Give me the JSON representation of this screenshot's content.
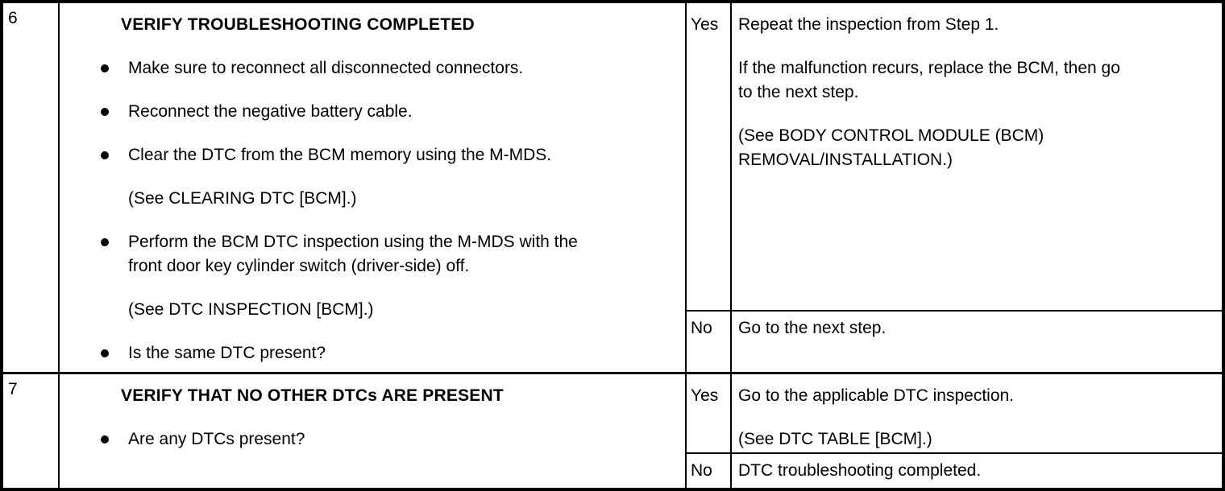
{
  "document": {
    "type": "troubleshooting-table",
    "text_color": "#000000",
    "background_color": "#ffffff",
    "border_color": "#000000"
  },
  "table": {
    "rows": [
      {
        "step": "6",
        "heading": "VERIFY TROUBLESHOOTING COMPLETED",
        "inspection_items": [
          {
            "type": "bullet",
            "text": "Make sure to reconnect all disconnected connectors."
          },
          {
            "type": "bullet",
            "text": "Reconnect the negative battery cable."
          },
          {
            "type": "bullet",
            "text": "Clear the DTC from the BCM memory using the M-MDS."
          },
          {
            "type": "reference",
            "text": "(See CLEARING DTC [BCM].)"
          },
          {
            "type": "bullet",
            "text": "Perform the BCM DTC inspection using the M-MDS with the\nfront door key cylinder switch (driver-side) off."
          },
          {
            "type": "reference",
            "text": "(See DTC INSPECTION [BCM].)"
          },
          {
            "type": "bullet",
            "text": "Is the same DTC present?"
          }
        ],
        "yes": {
          "label": "Yes",
          "paragraphs": [
            "Repeat the inspection from Step 1.",
            "If the malfunction recurs, replace the BCM, then go\nto the next step.",
            "(See BODY CONTROL MODULE (BCM)\nREMOVAL/INSTALLATION.)"
          ]
        },
        "no": {
          "label": "No",
          "paragraphs": [
            "Go to the next step."
          ]
        }
      },
      {
        "step": "7",
        "heading": "VERIFY THAT NO OTHER DTCs ARE PRESENT",
        "inspection_items": [
          {
            "type": "bullet",
            "text": "Are any DTCs present?"
          }
        ],
        "yes": {
          "label": "Yes",
          "paragraphs": [
            "Go to the applicable DTC inspection.",
            "(See DTC TABLE [BCM].)"
          ]
        },
        "no": {
          "label": "No",
          "paragraphs": [
            "DTC troubleshooting completed."
          ]
        }
      }
    ]
  }
}
